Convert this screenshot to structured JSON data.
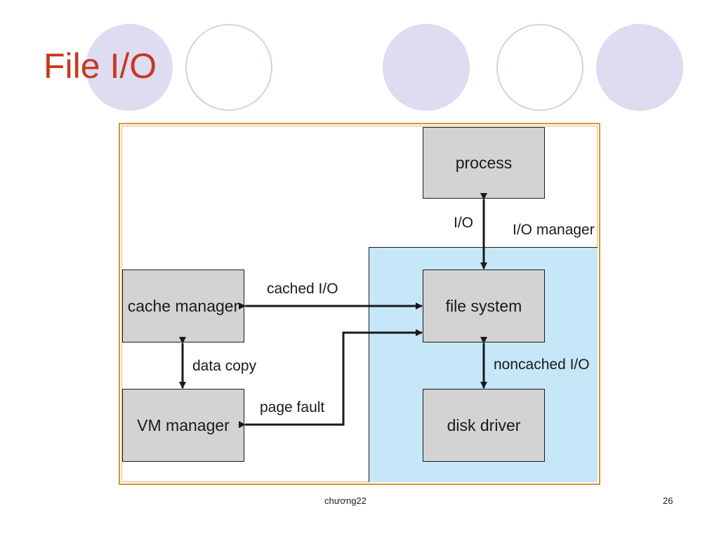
{
  "slide": {
    "title": "File I/O",
    "footer_center": "chương22",
    "page_number": "26"
  },
  "diagram": {
    "region_label": "I/O manager",
    "boxes": {
      "process": "process",
      "file_system": "file system",
      "disk_driver": "disk driver",
      "cache_manager": "cache manager",
      "vm_manager": "VM manager"
    },
    "edges": {
      "process_fs": "I/O",
      "cache_fs": "cached I/O",
      "cache_vm": "data copy",
      "fs_disk": "noncached I/O",
      "vm_fs": "page fault"
    }
  },
  "colors": {
    "title": "#c8381f",
    "circle_fill": "#dddcf0",
    "frame_border": "#d9932f",
    "io_region": "#c6e7f8",
    "box_fill": "#d3d3d3"
  }
}
